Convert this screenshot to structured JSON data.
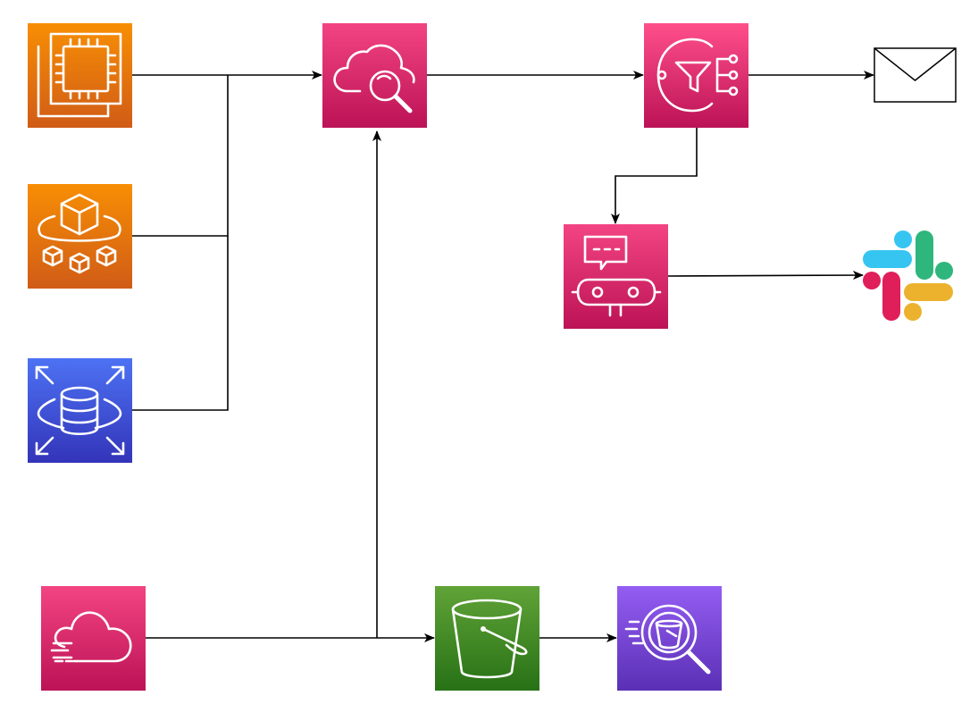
{
  "nodes": {
    "ec2": {
      "icon": "ec2-instances-icon",
      "gradient": [
        "#F78E04",
        "#D05C17"
      ]
    },
    "ecs": {
      "icon": "ecs-containers-icon",
      "gradient": [
        "#F78E04",
        "#D05C17"
      ]
    },
    "rds": {
      "icon": "rds-database-icon",
      "gradient": [
        "#4D72F3",
        "#3334B9"
      ]
    },
    "cloudtrail": {
      "icon": "cloudtrail-cloud-icon",
      "gradient": [
        "#F34482",
        "#BC1356"
      ]
    },
    "cloudwatch": {
      "icon": "cloudwatch-cloud-search-icon",
      "gradient": [
        "#F34482",
        "#BC1356"
      ]
    },
    "sns": {
      "icon": "sns-notification-icon",
      "gradient": [
        "#FF4F8B",
        "#BC1356"
      ]
    },
    "chatbot": {
      "icon": "chatbot-robot-icon",
      "gradient": [
        "#F34482",
        "#BC1356"
      ]
    },
    "s3": {
      "icon": "s3-bucket-icon",
      "gradient": [
        "#60A337",
        "#277116"
      ]
    },
    "athena": {
      "icon": "athena-bucket-search-icon",
      "gradient": [
        "#945DF2",
        "#5A30B5"
      ]
    },
    "email": {
      "icon": "email-envelope-icon"
    },
    "slack": {
      "icon": "slack-logo-icon",
      "colors": [
        "#36C5F0",
        "#2EB67D",
        "#ECB22E",
        "#E01E5A"
      ]
    }
  },
  "edges": [
    {
      "from": "ec2",
      "to": "cloudwatch"
    },
    {
      "from": "ecs",
      "to": "cloudwatch"
    },
    {
      "from": "rds",
      "to": "cloudwatch"
    },
    {
      "from": "cloudtrail",
      "to": "cloudwatch"
    },
    {
      "from": "cloudtrail",
      "to": "s3"
    },
    {
      "from": "s3",
      "to": "athena"
    },
    {
      "from": "cloudwatch",
      "to": "sns"
    },
    {
      "from": "sns",
      "to": "email"
    },
    {
      "from": "sns",
      "to": "chatbot"
    },
    {
      "from": "chatbot",
      "to": "slack"
    }
  ]
}
